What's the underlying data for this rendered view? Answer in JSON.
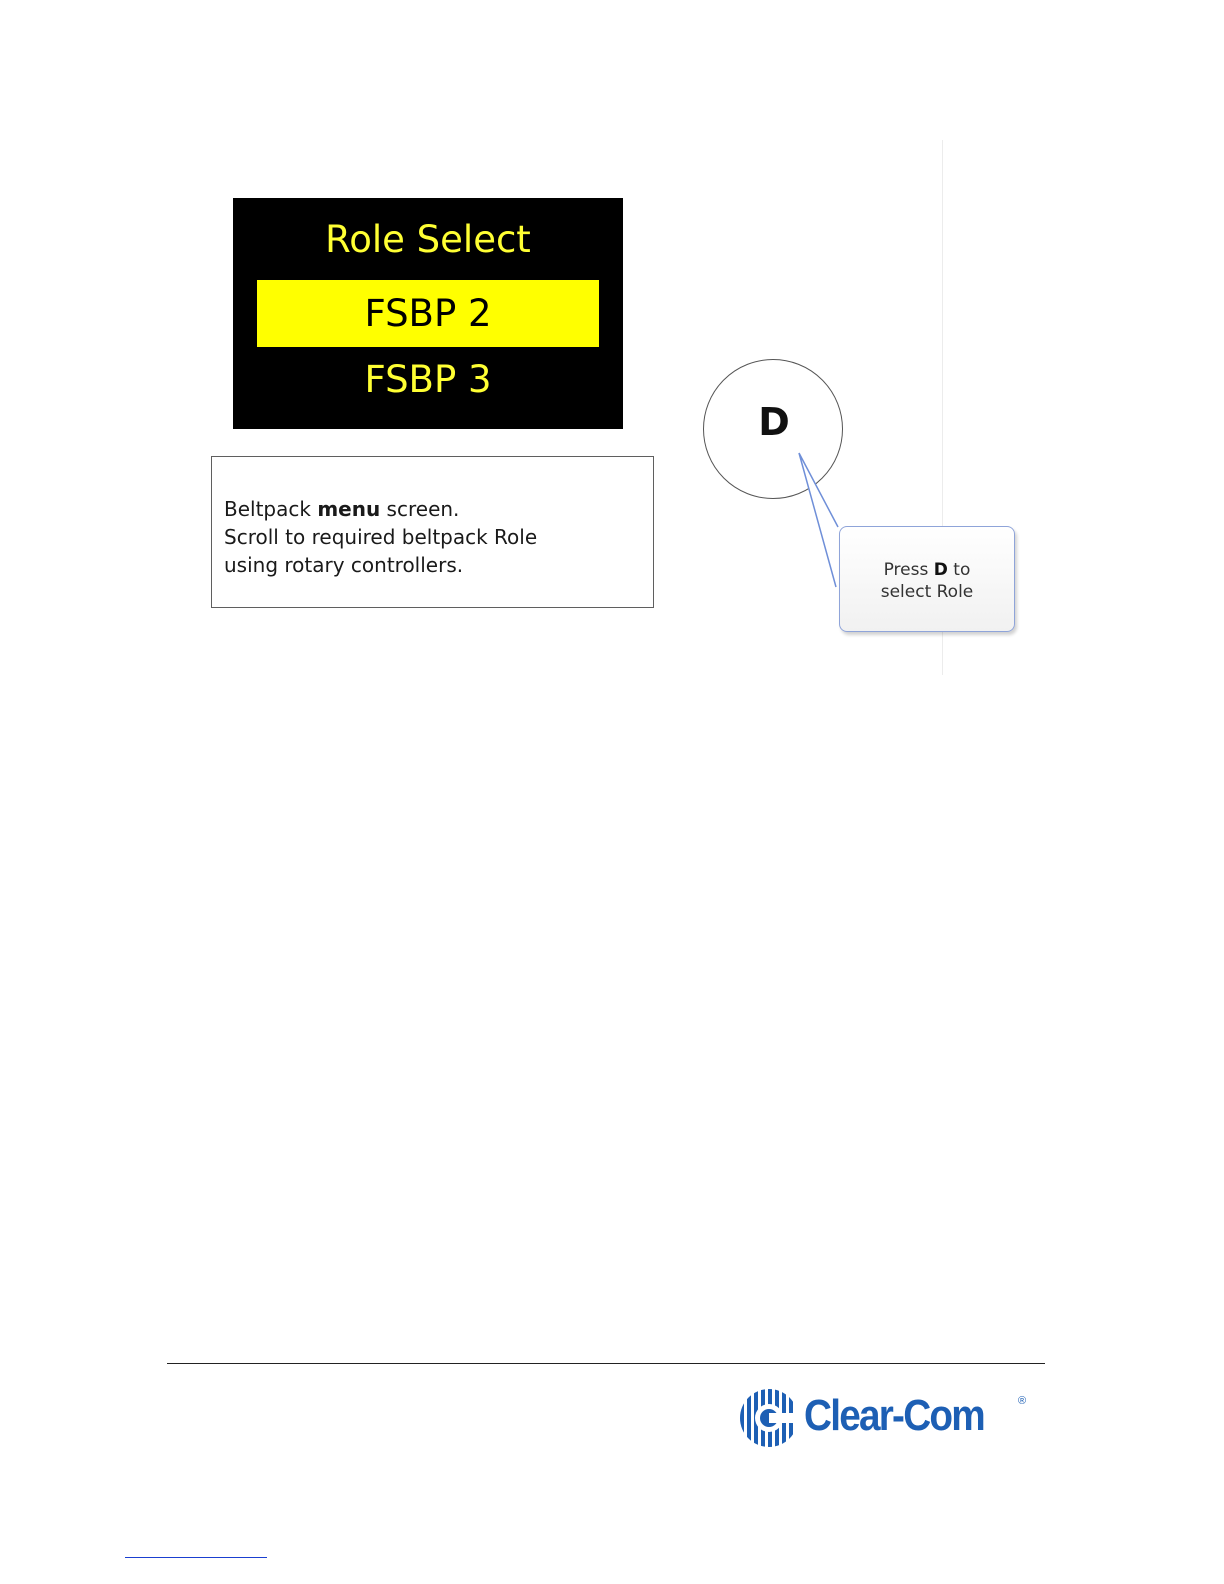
{
  "display": {
    "title": "Role Select",
    "selected_item": "FSBP 2",
    "next_item": "FSBP 3",
    "colors": {
      "background": "#000000",
      "text": "#ffff33",
      "highlight": "#ffff00"
    }
  },
  "note": {
    "line1_prefix": "Beltpack ",
    "line1_bold": "menu",
    "line1_suffix": " screen.",
    "line2": "Scroll to required beltpack Role",
    "line3": "using rotary controllers."
  },
  "key_button": {
    "label": "D"
  },
  "callout": {
    "prefix": "Press ",
    "bold": "D",
    "suffix": " to",
    "line2": "select Role"
  },
  "footer": {
    "brand_name": "Clear-Com",
    "brand_reg": "®",
    "brand_color": "#1d5fb4"
  }
}
